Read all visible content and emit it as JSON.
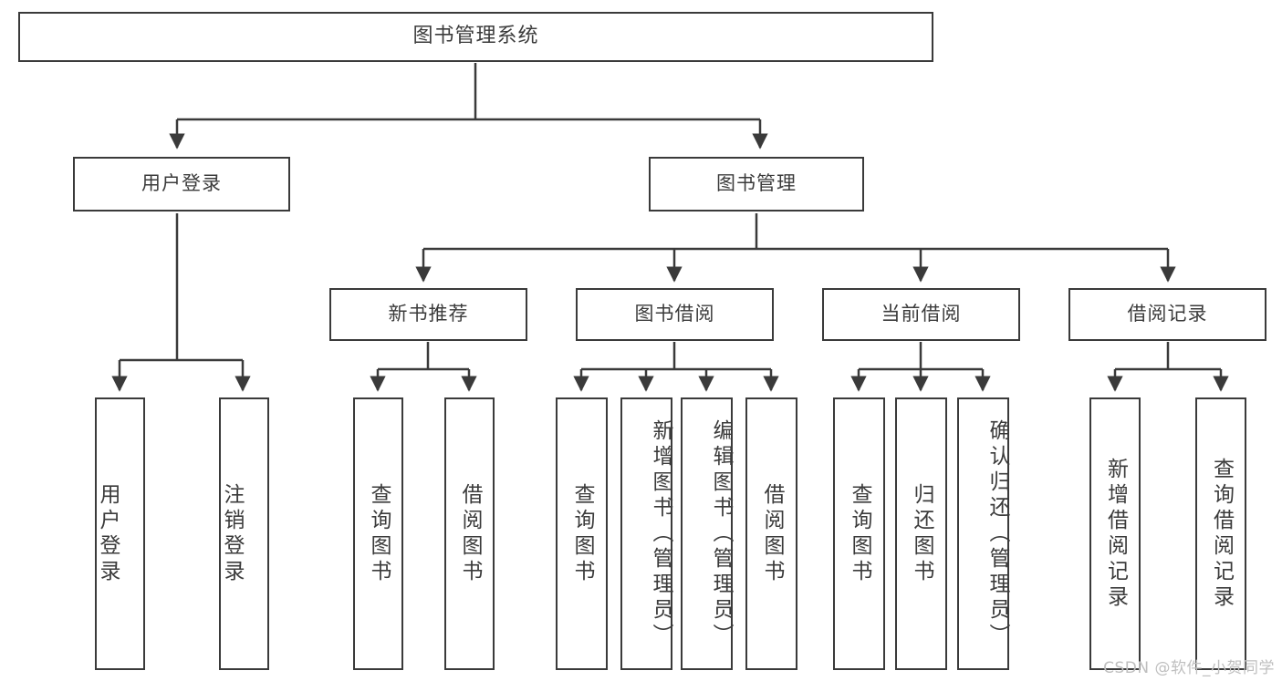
{
  "diagram": {
    "type": "tree-hierarchy-chart",
    "title": "图书管理系统",
    "stroke_color": "#3a3a3a",
    "text_color": "#3b3b3b",
    "background": "#ffffff",
    "nodes": {
      "root": {
        "label": "图书管理系统",
        "level": 1
      },
      "level2": [
        {
          "id": "user-login",
          "label": "用户登录"
        },
        {
          "id": "book-manage",
          "label": "图书管理"
        }
      ],
      "level3": [
        {
          "id": "new-book-recommend",
          "label": "新书推荐"
        },
        {
          "id": "book-borrow",
          "label": "图书借阅"
        },
        {
          "id": "current-borrow",
          "label": "当前借阅"
        },
        {
          "id": "borrow-record",
          "label": "借阅记录"
        }
      ],
      "leaves": {
        "user_login": [
          {
            "id": "leaf-user-login",
            "label": "用户登录"
          },
          {
            "id": "leaf-logout",
            "label": "注销登录"
          }
        ],
        "new_book_recommend": [
          {
            "id": "leaf-query-book-1",
            "label": "查询图书"
          },
          {
            "id": "leaf-borrow-book-1",
            "label": "借阅图书"
          }
        ],
        "book_borrow": [
          {
            "id": "leaf-query-book-2",
            "label": "查询图书"
          },
          {
            "id": "leaf-add-book",
            "label": "新增图书（管理员）"
          },
          {
            "id": "leaf-edit-book",
            "label": "编辑图书（管理员）"
          },
          {
            "id": "leaf-borrow-book-2",
            "label": "借阅图书"
          }
        ],
        "current_borrow": [
          {
            "id": "leaf-query-book-3",
            "label": "查询图书"
          },
          {
            "id": "leaf-return-book",
            "label": "归还图书"
          },
          {
            "id": "leaf-confirm-return",
            "label": "确认归还（管理员）"
          }
        ],
        "borrow_record": [
          {
            "id": "leaf-add-record",
            "label": "新增借阅记录"
          },
          {
            "id": "leaf-query-record",
            "label": "查询借阅记录"
          }
        ]
      }
    }
  },
  "watermark": {
    "text": "CSDN @软件_小贺同学"
  }
}
